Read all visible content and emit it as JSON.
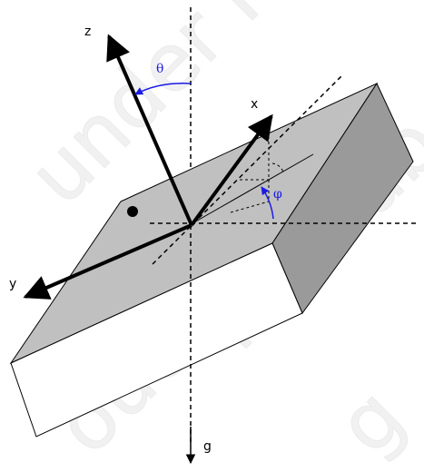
{
  "diagram": {
    "axes": {
      "x": "x",
      "y": "y",
      "z": "z",
      "g": "g"
    },
    "angles": {
      "theta": "θ",
      "phi": "φ"
    },
    "watermark": {
      "text_1": "under NDA",
      "text_2": "K. Toub",
      "text_3": "ouch",
      "text_4": "g"
    }
  },
  "colors": {
    "top_face": "#c0c0c0",
    "side_face": "#9a9a9a",
    "front_face": "#ffffff",
    "axis_stroke": "#000000",
    "angle_accent": "#1a1ae6",
    "watermark": "#e6e6e6"
  }
}
